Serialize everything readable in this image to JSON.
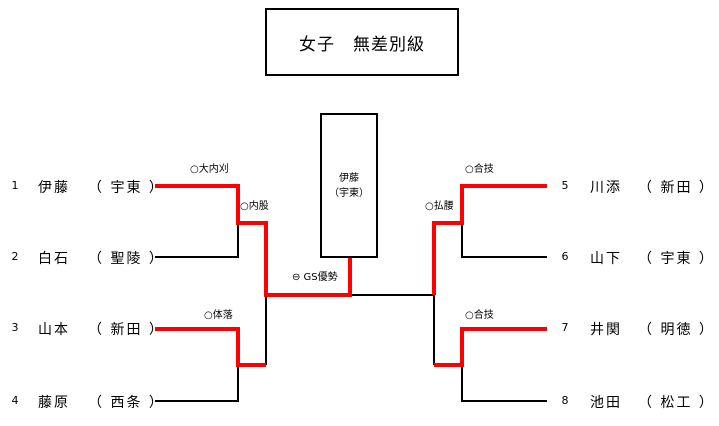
{
  "title": "女子　無差別級",
  "winner": {
    "name": "伊藤",
    "team": "（宇東）"
  },
  "colors": {
    "win": "#ff0000",
    "lose": "#000000"
  },
  "players": [
    {
      "seed": "1",
      "name": "伊藤",
      "team": "（ 宇東 ）"
    },
    {
      "seed": "2",
      "name": "白石",
      "team": "（ 聖陵 ）"
    },
    {
      "seed": "3",
      "name": "山本",
      "team": "（ 新田 ）"
    },
    {
      "seed": "4",
      "name": "藤原",
      "team": "（ 西条 ）"
    },
    {
      "seed": "5",
      "name": "川添",
      "team": "（ 新田 ）"
    },
    {
      "seed": "6",
      "name": "山下",
      "team": "（ 宇東 ）"
    },
    {
      "seed": "7",
      "name": "井関",
      "team": "（ 明徳 ）"
    },
    {
      "seed": "8",
      "name": "池田",
      "team": "（ 松工 ）"
    }
  ],
  "results": {
    "r1_m1": "○大内刈",
    "r1_m2": "○体落",
    "r1_m3": "○合技",
    "r1_m4": "○合技",
    "r2_left": "○内股",
    "r2_right": "○払腰",
    "final": "⊖ GS優勢"
  }
}
